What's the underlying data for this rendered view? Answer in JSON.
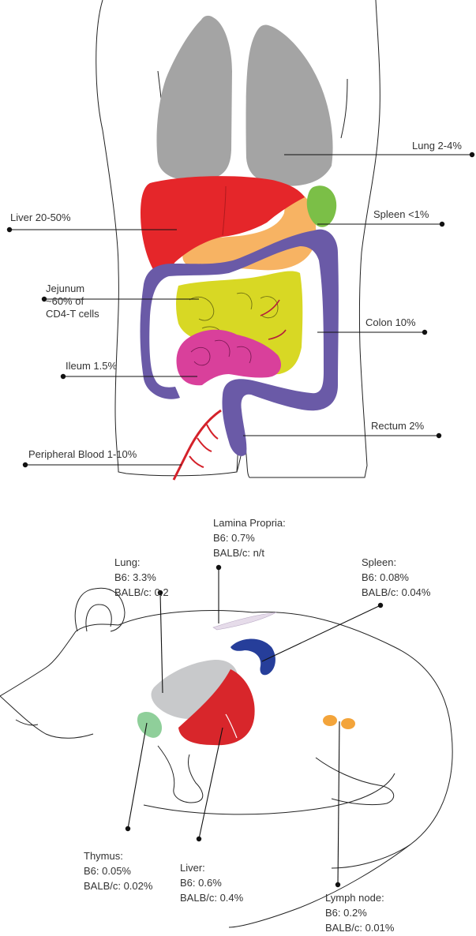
{
  "human": {
    "labels": {
      "lung": "Lung 2-4%",
      "liver": "Liver 20-50%",
      "spleen": "Spleen <1%",
      "jejunum": [
        "Jejunum",
        "~60% of",
        "CD4-T cells"
      ],
      "colon": "Colon 10%",
      "ileum": "Ileum 1.5%",
      "rectum": "Rectum 2%",
      "blood": "Peripheral Blood 1-10%"
    },
    "colors": {
      "lung": "#a4a4a4",
      "liver": "#e5262a",
      "stomach": "#f7b363",
      "spleen": "#7bbf47",
      "colon": "#6a5aa7",
      "jejunum": "#d8d824",
      "ileum": "#d9409b",
      "blood": "#d4212a"
    }
  },
  "mouse": {
    "labels": {
      "lamina_propria": [
        "Lamina Propria:",
        "B6: 0.7%",
        "BALB/c: n/t"
      ],
      "lung": [
        "Lung:",
        "B6: 3.3%",
        "BALB/c: 0.2"
      ],
      "spleen": [
        "Spleen:",
        "B6: 0.08%",
        "BALB/c: 0.04%"
      ],
      "thymus": [
        "Thymus:",
        "B6: 0.05%",
        "BALB/c: 0.02%"
      ],
      "liver": [
        "Liver:",
        "B6: 0.6%",
        "BALB/c: 0.4%"
      ],
      "lymph_node": [
        "Lymph node:",
        "B6: 0.2%",
        "BALB/c: 0.01%"
      ]
    },
    "colors": {
      "lamina_propria": "#e6dcea",
      "lung": "#c8c9cb",
      "spleen": "#263e9a",
      "thymus": "#8fcf9a",
      "liver": "#d8262b",
      "lymph_node": "#f3a43a"
    }
  }
}
